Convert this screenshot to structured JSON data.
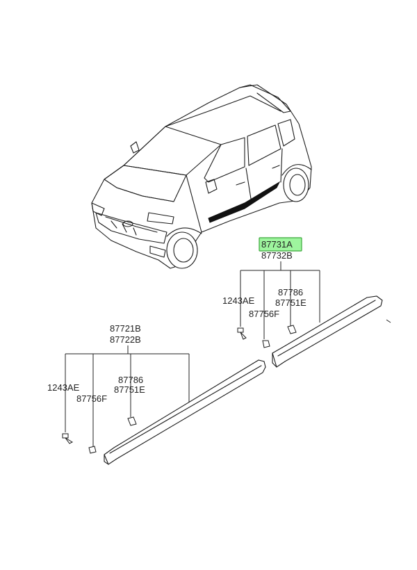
{
  "highlight_color": "#9ef59e",
  "highlight_border": "#3aa83a",
  "front_assembly": {
    "part_a": "87731A",
    "part_b": "87732B",
    "bolt": "1243AE",
    "clip": "87756F",
    "fastener_a": "87786",
    "fastener_b": "87751E"
  },
  "rear_assembly": {
    "part_a": "87721B",
    "part_b": "87722B",
    "bolt": "1243AE",
    "clip": "87756F",
    "fastener_a": "87786",
    "fastener_b": "87751E"
  }
}
